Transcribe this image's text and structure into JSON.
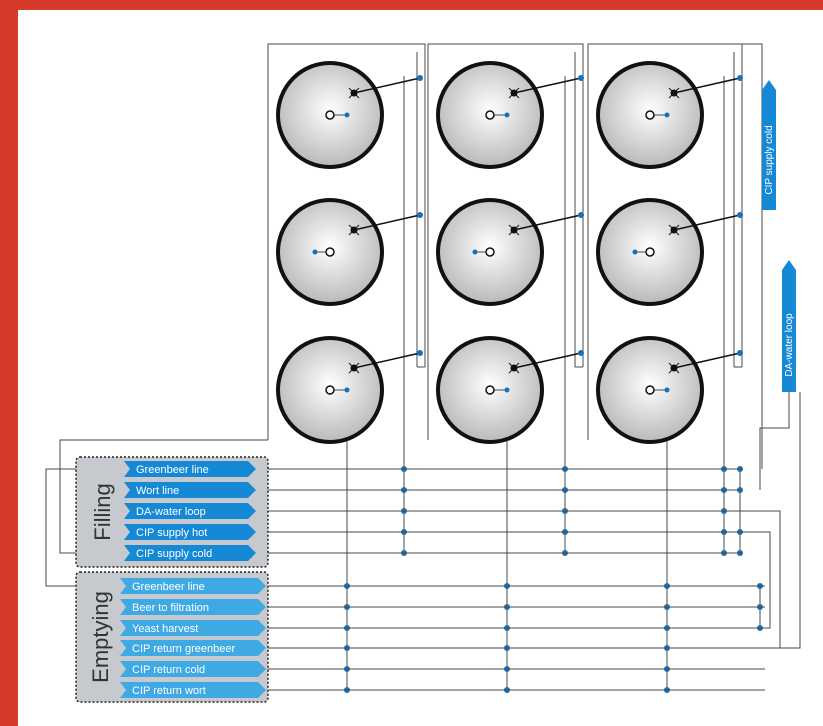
{
  "colors": {
    "frame": "#d63a2a",
    "line": "#4a4a4a",
    "node": "#1a6fb5",
    "fill_arrow": "#1689d6",
    "empty_arrow": "#3fa9e4",
    "group_box": "#c6c9cd"
  },
  "tanks": {
    "rows": 3,
    "cols": 3
  },
  "filling": {
    "title": "Filling",
    "lines": [
      "Greenbeer line",
      "Wort line",
      "DA-water loop",
      "CIP supply hot",
      "CIP supply cold"
    ]
  },
  "emptying": {
    "title": "Emptying",
    "lines": [
      "Greenbeer line",
      "Beer to filtration",
      "Yeast harvest",
      "CIP return greenbeer",
      "CIP return cold",
      "CIP return wort"
    ]
  },
  "side_labels": {
    "cip_supply_cold": "CIP supply cold",
    "da_water_loop": "DA-water loop"
  }
}
